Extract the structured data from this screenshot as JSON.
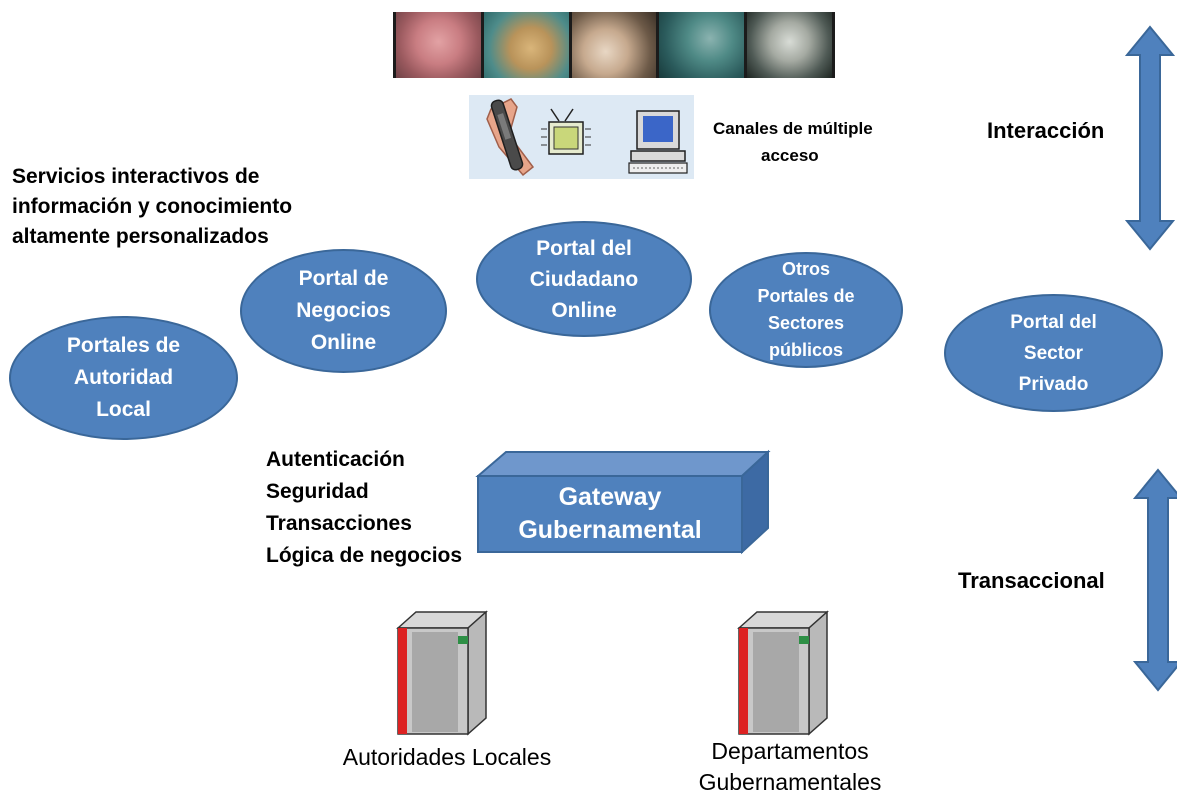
{
  "channels": {
    "caption_line1": "Canales de múltiple",
    "caption_line2": "acceso"
  },
  "services": {
    "line1": "Servicios interactivos de",
    "line2": "información y conocimiento",
    "line3": "altamente personalizados"
  },
  "portals": [
    {
      "label": "Portales de\nAutoridad\nLocal"
    },
    {
      "label": "Portal de\nNegocios\nOnline"
    },
    {
      "label": "Portal del\nCiudadano\nOnline"
    },
    {
      "label": "Otros\nPortales de\nSectores\npúblicos"
    },
    {
      "label": "Portal del\nSector\nPrivado"
    }
  ],
  "gateway": {
    "label": "Gateway\nGubernamental",
    "functions": [
      "Autenticación",
      "Seguridad",
      "Transacciones",
      "Lógica de negocios"
    ]
  },
  "layers": {
    "interaction": "Interacción",
    "transactional": "Transaccional"
  },
  "servers": {
    "local": "Autoridades Locales",
    "government_line1": "Departamentos",
    "government_line2": "Gubernamentales"
  },
  "colors": {
    "portal_fill": "#4f81bd",
    "arrow_fill": "#4f81bd",
    "channels_background": "#dde9f4"
  }
}
